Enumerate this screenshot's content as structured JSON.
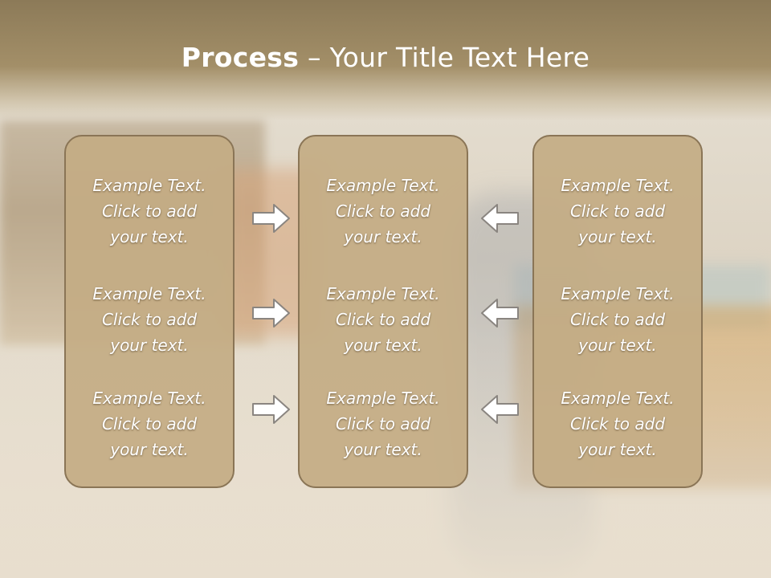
{
  "title": {
    "bold": "Process",
    "dash": " – ",
    "rest": "Your Title Text Here"
  },
  "columns": [
    {
      "items": [
        {
          "l1": "Example Text.",
          "l2": "Click  to add",
          "l3": "your text."
        },
        {
          "l1": "Example Text.",
          "l2": "Click  to add",
          "l3": "your text."
        },
        {
          "l1": "Example Text.",
          "l2": "Click  to add",
          "l3": "your text."
        }
      ]
    },
    {
      "items": [
        {
          "l1": "Example Text.",
          "l2": "Click  to add",
          "l3": "your text."
        },
        {
          "l1": "Example Text.",
          "l2": "Click  to add",
          "l3": "your text."
        },
        {
          "l1": "Example Text.",
          "l2": "Click  to add",
          "l3": "your text."
        }
      ]
    },
    {
      "items": [
        {
          "l1": "Example Text.",
          "l2": "Click  to add",
          "l3": "your text."
        },
        {
          "l1": "Example Text.",
          "l2": "Click  to add",
          "l3": "your text."
        },
        {
          "l1": "Example Text.",
          "l2": "Click  to add",
          "l3": "your text."
        }
      ]
    }
  ],
  "arrows": {
    "left_group": "arrow-right-icon",
    "right_group": "arrow-left-icon"
  },
  "colors": {
    "title_band": "#8c7a58",
    "box_fill": "#c4ac84",
    "box_border": "#8a7556",
    "text": "#ffffff"
  }
}
